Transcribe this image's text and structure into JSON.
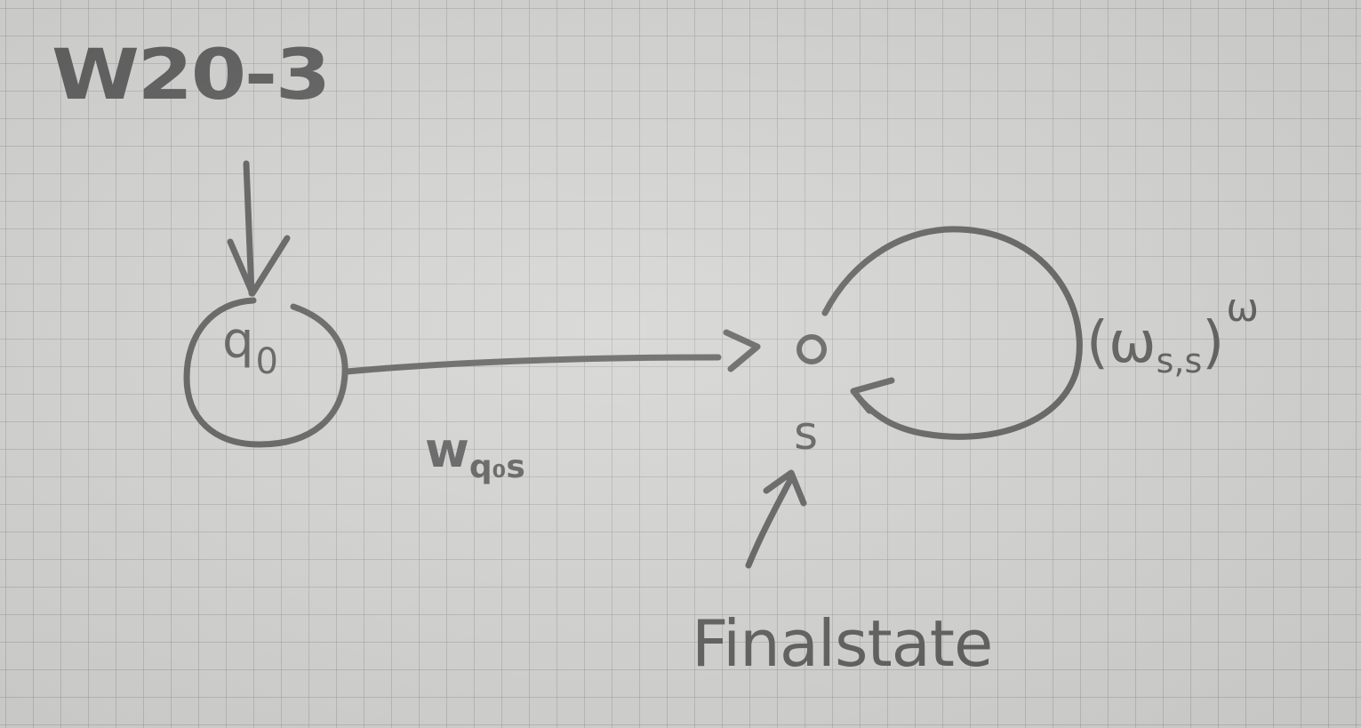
{
  "diagram": {
    "title": "W20-3",
    "start_state": {
      "name": "q",
      "subscript": "0"
    },
    "transition": {
      "symbol": "w",
      "subscript": "q₀s"
    },
    "final_state": {
      "name": "s",
      "caption": "Finalstate"
    },
    "self_loop": {
      "open": "(",
      "symbol": "ω",
      "subscript": "s,s",
      "close": ")",
      "exponent": "ω"
    }
  },
  "colors": {
    "paper": "#d2d2d0",
    "grid": "#a0a09e",
    "pencil": "#5b5b5b"
  }
}
